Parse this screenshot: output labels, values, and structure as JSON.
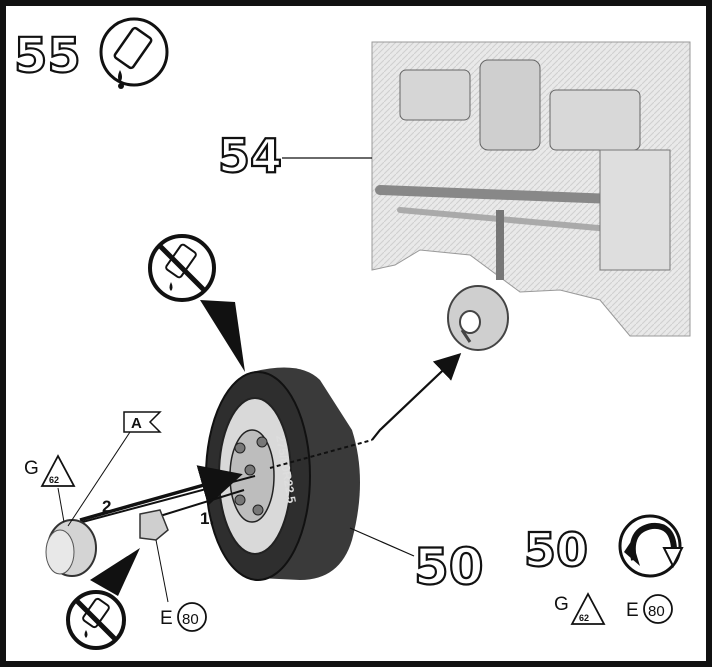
{
  "step_number": "55",
  "engine_callout": "54",
  "wheel_callout": "50",
  "tightening_reference": {
    "number": "50",
    "icon": "rotate-tighten-icon"
  },
  "tire_sidewall_text": "275/80R22.5",
  "sequence_labels": [
    "2.",
    "1."
  ],
  "detail_box": "A",
  "lubricant_refs": [
    {
      "letter": "G",
      "code": "62"
    },
    {
      "letter": "E",
      "code": "80"
    }
  ],
  "bottom_refs": [
    {
      "letter": "G",
      "code": "62"
    },
    {
      "letter": "E",
      "code": "80"
    }
  ],
  "icons": [
    "grease-tube-icon",
    "no-grease-icon",
    "no-grease-icon",
    "rotate-tighten-icon"
  ]
}
